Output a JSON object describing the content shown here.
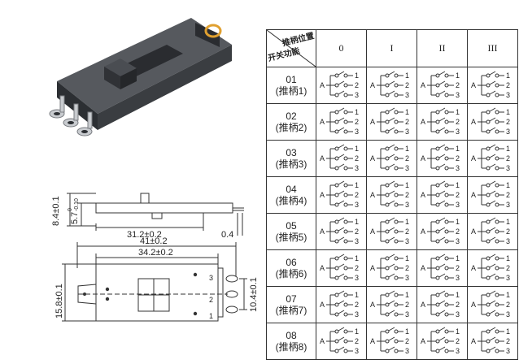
{
  "table": {
    "corner_top": "推柄位置",
    "corner_bottom": "开关功能",
    "positions": [
      "0",
      "I",
      "II",
      "III"
    ],
    "rows": [
      {
        "code": "01",
        "name": "(推柄1)"
      },
      {
        "code": "02",
        "name": "(推柄2)"
      },
      {
        "code": "03",
        "name": "(推柄3)"
      },
      {
        "code": "04",
        "name": "(推柄4)"
      },
      {
        "code": "05",
        "name": "(推柄5)"
      },
      {
        "code": "06",
        "name": "(推柄6)"
      },
      {
        "code": "07",
        "name": "(推柄7)"
      },
      {
        "code": "08",
        "name": "(推柄8)"
      }
    ],
    "switch_labels": {
      "common": "A",
      "t1": "1",
      "t2": "2",
      "t3": "3"
    }
  },
  "dimensions": {
    "height_total": "8.4±0.1",
    "height_body": "5.7",
    "height_body_tol": "0",
    "height_body_tol_low": "-0.10",
    "slot_length": "31.2±0.2",
    "pin_thickness": "0.4",
    "overall_length": "41±0.2",
    "body_length": "34.2±0.2",
    "overall_width": "15.8±0.1",
    "pin_pitch": "10.4±0.1",
    "pin_labels": [
      "3",
      "2",
      "1"
    ]
  },
  "colors": {
    "line": "#333333",
    "body_dark": "#3a3d41",
    "body_top": "#56595e",
    "terminal": "#c8cbcf",
    "gold": "#e0a030"
  }
}
